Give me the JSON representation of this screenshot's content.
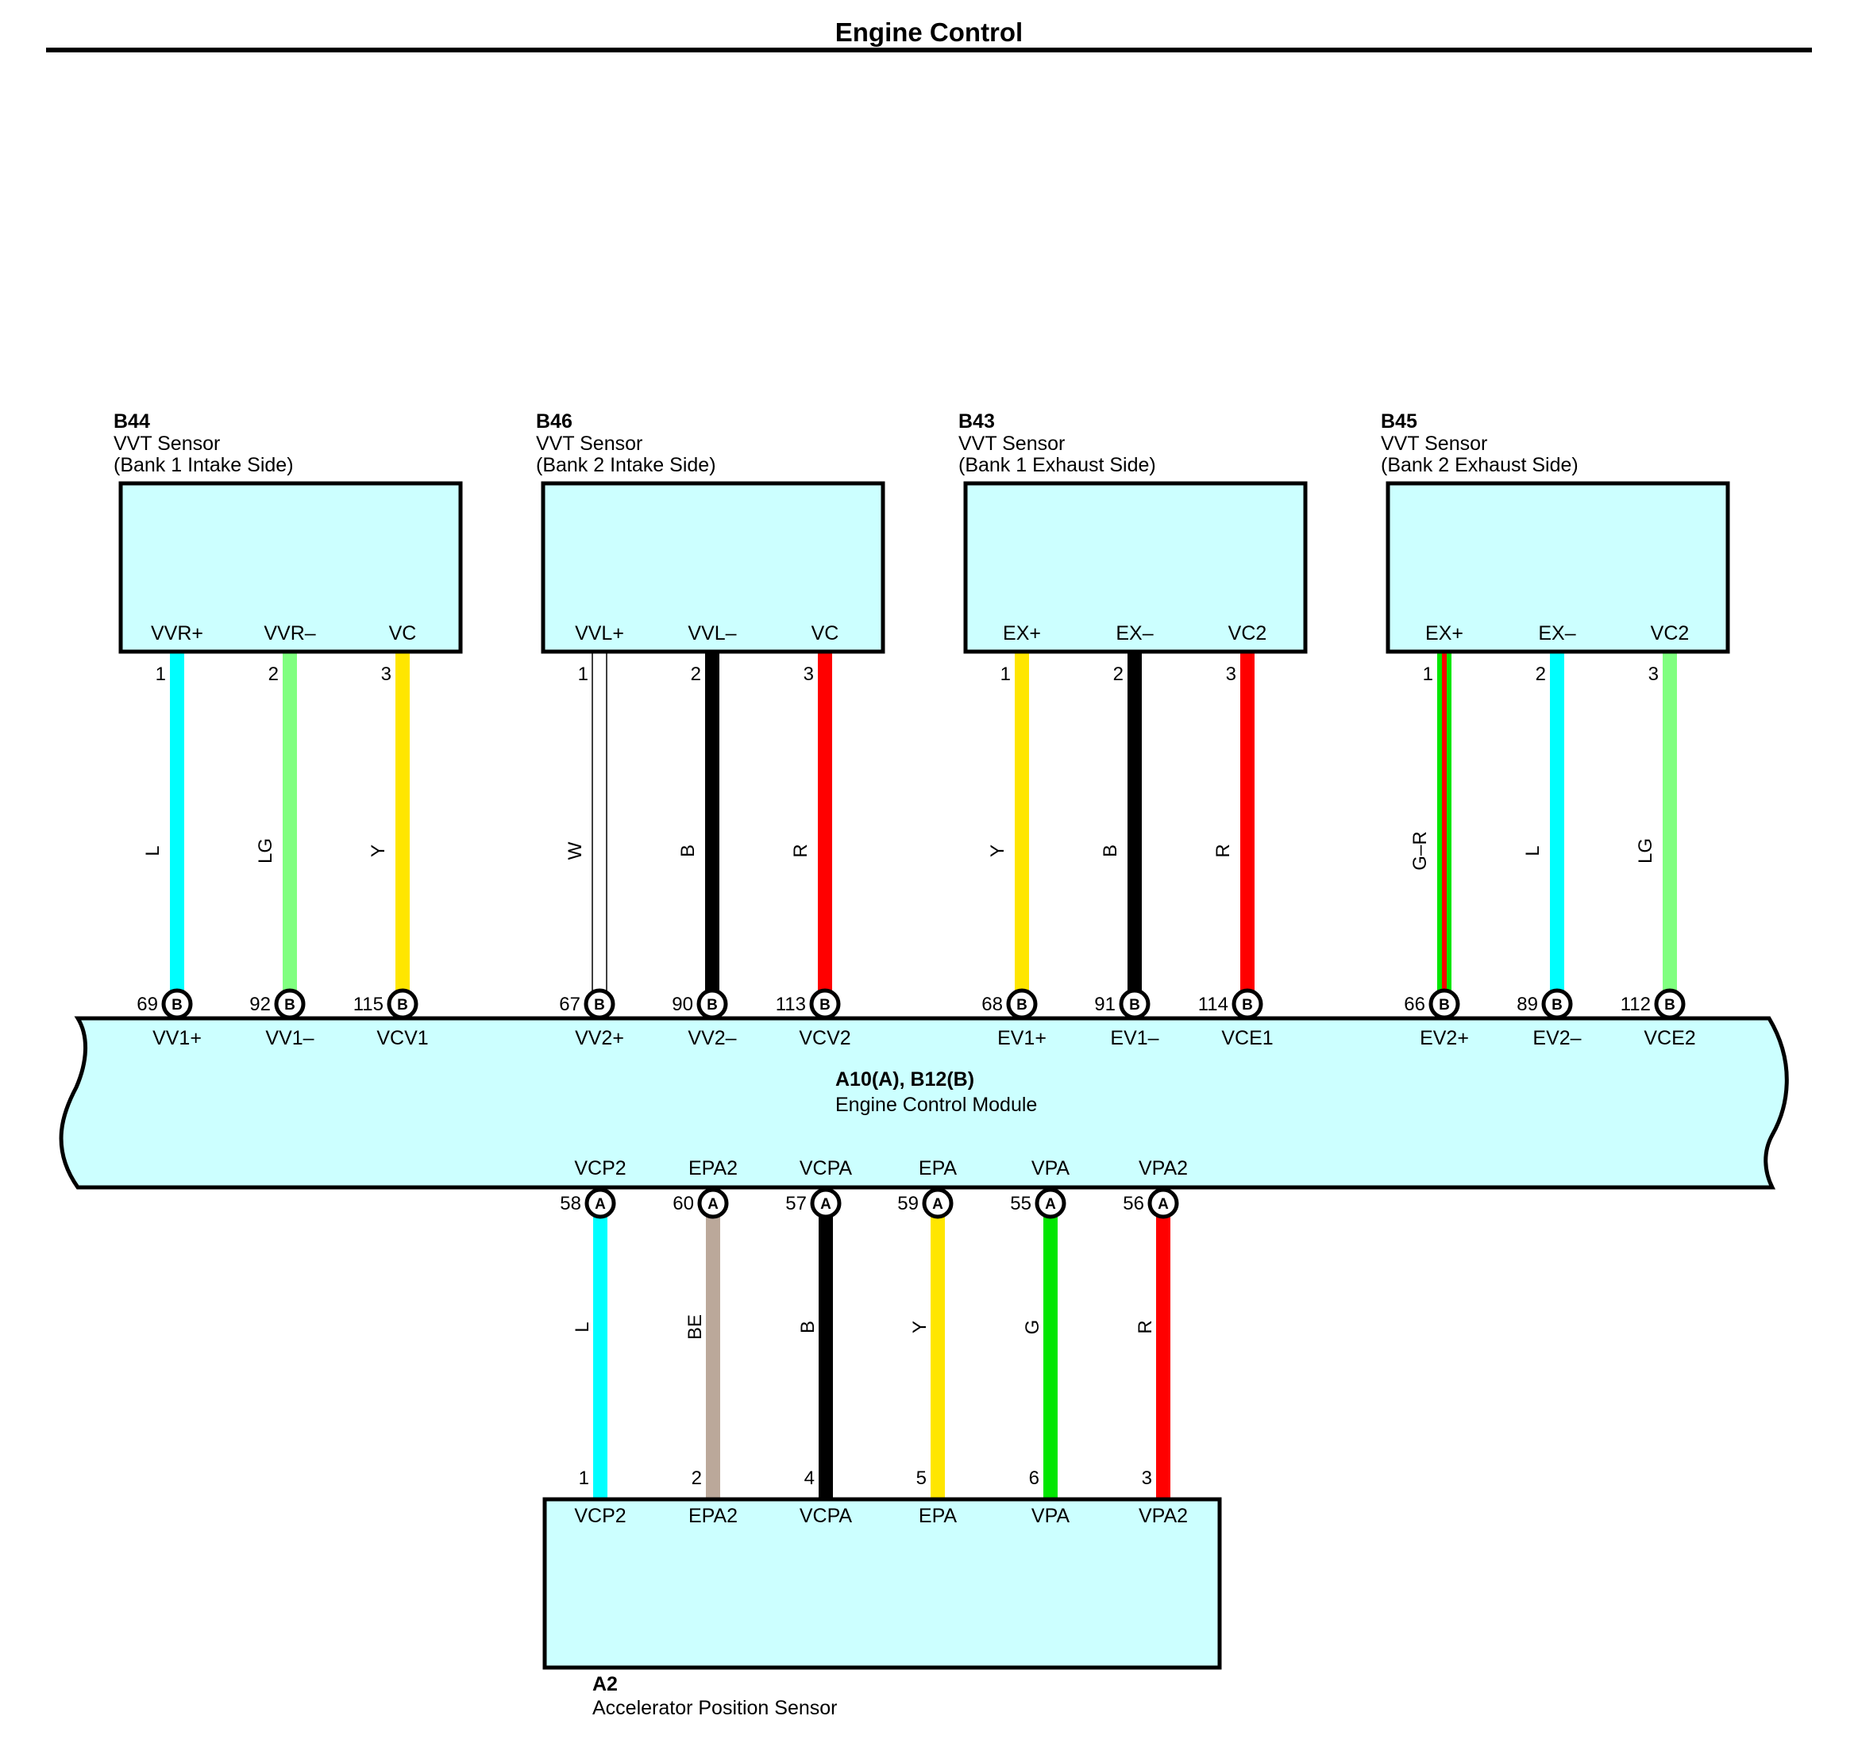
{
  "title": "Engine Control",
  "sensors": [
    {
      "code": "B44",
      "name": "VVT Sensor",
      "side": "(Bank 1 Intake Side)",
      "wires": [
        {
          "terminal": "VVR+",
          "pin": "1",
          "color_code": "L",
          "colors": [
            "#00ffff"
          ],
          "ecm_pin": "69",
          "ecm_conn": "B",
          "ecm_terminal": "VV1+"
        },
        {
          "terminal": "VVR–",
          "pin": "2",
          "color_code": "LG",
          "colors": [
            "#80ff80"
          ],
          "ecm_pin": "92",
          "ecm_conn": "B",
          "ecm_terminal": "VV1–"
        },
        {
          "terminal": "VC",
          "pin": "3",
          "color_code": "Y",
          "colors": [
            "#ffe600"
          ],
          "ecm_pin": "115",
          "ecm_conn": "B",
          "ecm_terminal": "VCV1"
        }
      ]
    },
    {
      "code": "B46",
      "name": "VVT Sensor",
      "side": "(Bank 2 Intake Side)",
      "wires": [
        {
          "terminal": "VVL+",
          "pin": "1",
          "color_code": "W",
          "colors": [
            "#ffffff"
          ],
          "ecm_pin": "67",
          "ecm_conn": "B",
          "ecm_terminal": "VV2+"
        },
        {
          "terminal": "VVL–",
          "pin": "2",
          "color_code": "B",
          "colors": [
            "#000000"
          ],
          "ecm_pin": "90",
          "ecm_conn": "B",
          "ecm_terminal": "VV2–"
        },
        {
          "terminal": "VC",
          "pin": "3",
          "color_code": "R",
          "colors": [
            "#ff0000"
          ],
          "ecm_pin": "113",
          "ecm_conn": "B",
          "ecm_terminal": "VCV2"
        }
      ]
    },
    {
      "code": "B43",
      "name": "VVT Sensor",
      "side": "(Bank 1 Exhaust Side)",
      "wires": [
        {
          "terminal": "EX+",
          "pin": "1",
          "color_code": "Y",
          "colors": [
            "#ffe600"
          ],
          "ecm_pin": "68",
          "ecm_conn": "B",
          "ecm_terminal": "EV1+"
        },
        {
          "terminal": "EX–",
          "pin": "2",
          "color_code": "B",
          "colors": [
            "#000000"
          ],
          "ecm_pin": "91",
          "ecm_conn": "B",
          "ecm_terminal": "EV1–"
        },
        {
          "terminal": "VC2",
          "pin": "3",
          "color_code": "R",
          "colors": [
            "#ff0000"
          ],
          "ecm_pin": "114",
          "ecm_conn": "B",
          "ecm_terminal": "VCE1"
        }
      ]
    },
    {
      "code": "B45",
      "name": "VVT Sensor",
      "side": "(Bank 2 Exhaust Side)",
      "wires": [
        {
          "terminal": "EX+",
          "pin": "1",
          "color_code": "G–R",
          "colors": [
            "#00e600",
            "#ff0000"
          ],
          "ecm_pin": "66",
          "ecm_conn": "B",
          "ecm_terminal": "EV2+"
        },
        {
          "terminal": "EX–",
          "pin": "2",
          "color_code": "L",
          "colors": [
            "#00ffff"
          ],
          "ecm_pin": "89",
          "ecm_conn": "B",
          "ecm_terminal": "EV2–"
        },
        {
          "terminal": "VC2",
          "pin": "3",
          "color_code": "LG",
          "colors": [
            "#80ff80"
          ],
          "ecm_pin": "112",
          "ecm_conn": "B",
          "ecm_terminal": "VCE2"
        }
      ]
    }
  ],
  "ecm": {
    "code": "A10(A), B12(B)",
    "name": "Engine Control Module"
  },
  "accelerator": {
    "code": "A2",
    "name": "Accelerator Position Sensor",
    "wires": [
      {
        "ecm_terminal": "VCP2",
        "ecm_pin": "58",
        "ecm_conn": "A",
        "color_code": "L",
        "colors": [
          "#00ffff"
        ],
        "pin": "1",
        "terminal": "VCP2"
      },
      {
        "ecm_terminal": "EPA2",
        "ecm_pin": "60",
        "ecm_conn": "A",
        "color_code": "BE",
        "colors": [
          "#bba89a"
        ],
        "pin": "2",
        "terminal": "EPA2"
      },
      {
        "ecm_terminal": "VCPA",
        "ecm_pin": "57",
        "ecm_conn": "A",
        "color_code": "B",
        "colors": [
          "#000000"
        ],
        "pin": "4",
        "terminal": "VCPA"
      },
      {
        "ecm_terminal": "EPA",
        "ecm_pin": "59",
        "ecm_conn": "A",
        "color_code": "Y",
        "colors": [
          "#ffe600"
        ],
        "pin": "5",
        "terminal": "EPA"
      },
      {
        "ecm_terminal": "VPA",
        "ecm_pin": "55",
        "ecm_conn": "A",
        "color_code": "G",
        "colors": [
          "#00e600"
        ],
        "pin": "6",
        "terminal": "VPA"
      },
      {
        "ecm_terminal": "VPA2",
        "ecm_pin": "56",
        "ecm_conn": "A",
        "color_code": "R",
        "colors": [
          "#ff0000"
        ],
        "pin": "3",
        "terminal": "VPA2"
      }
    ]
  }
}
